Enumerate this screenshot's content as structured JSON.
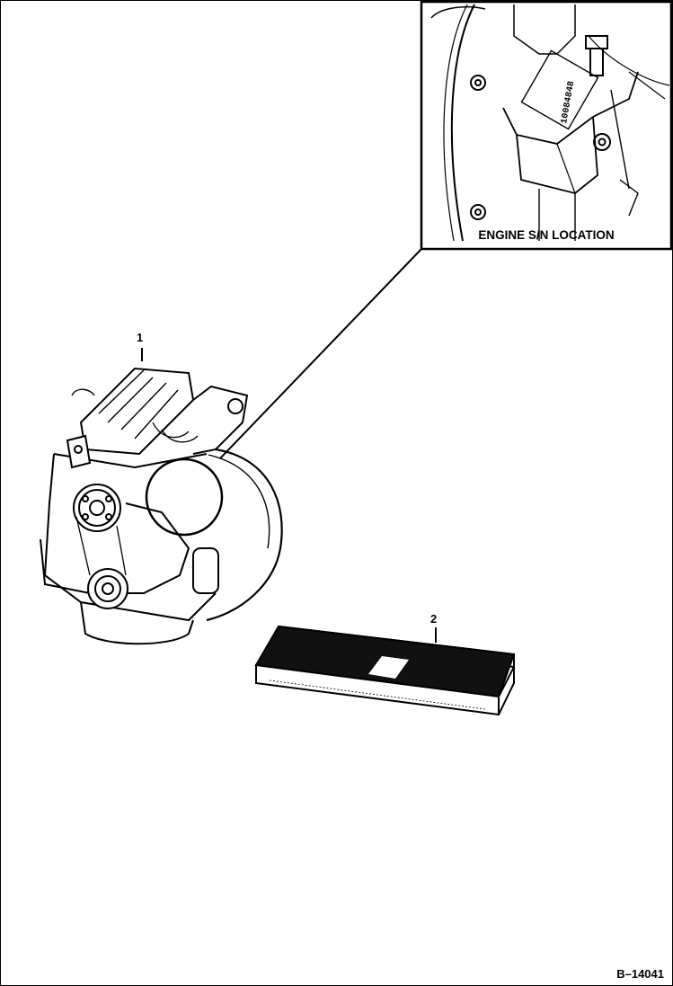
{
  "inset": {
    "caption": "ENGINE S/N LOCATION",
    "serial_stamp": "10084848"
  },
  "callouts": [
    {
      "id": "1",
      "label": "1"
    },
    {
      "id": "2",
      "label": "2"
    }
  ],
  "figure_number": "B–14041",
  "colors": {
    "ink": "#000000",
    "paper": "#ffffff"
  }
}
